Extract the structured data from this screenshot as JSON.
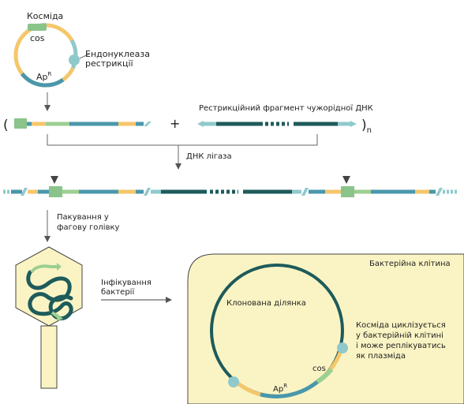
{
  "labels": {
    "cosmid": "Косміда",
    "cos": "cos",
    "ap": "Ap",
    "ap_sup": "R",
    "endonuclease_line1": "Ендонуклеаза",
    "endonuclease_line2": "рестрикції",
    "foreign_fragment": "Рестрикційний фрагмент чужорідної ДНК",
    "open_paren": "(",
    "plus": "+",
    "close_paren": ")",
    "subscript_n": "n",
    "ligase": "ДНК лігаза",
    "packaging_line1": "Пакування у",
    "packaging_line2": "фагову голівку",
    "infection_line1": "Інфікування",
    "infection_line2": "бактерії",
    "bacterial_cell": "Бактерійна клітина",
    "cloned_region": "Клонована ділянка",
    "circularizes_line1": "Косміда циклізується",
    "circularizes_line2": "у бактерійній клітині",
    "circularizes_line3": "і може реплікуватись",
    "circularizes_line4": "як плазміда",
    "cos2": "cos",
    "ap2": "Ap",
    "ap2_sup": "R"
  },
  "colors": {
    "vector_blue": "#4a97ab",
    "vector_yellow": "#f5c66b",
    "vector_green": "#9ccf91",
    "cos_box": "#8ac48a",
    "insert_dark": "#1e5b5b",
    "site_teal": "#8fc9cb",
    "cell_fill": "#faf4c4",
    "arrow_gray": "#666666"
  }
}
